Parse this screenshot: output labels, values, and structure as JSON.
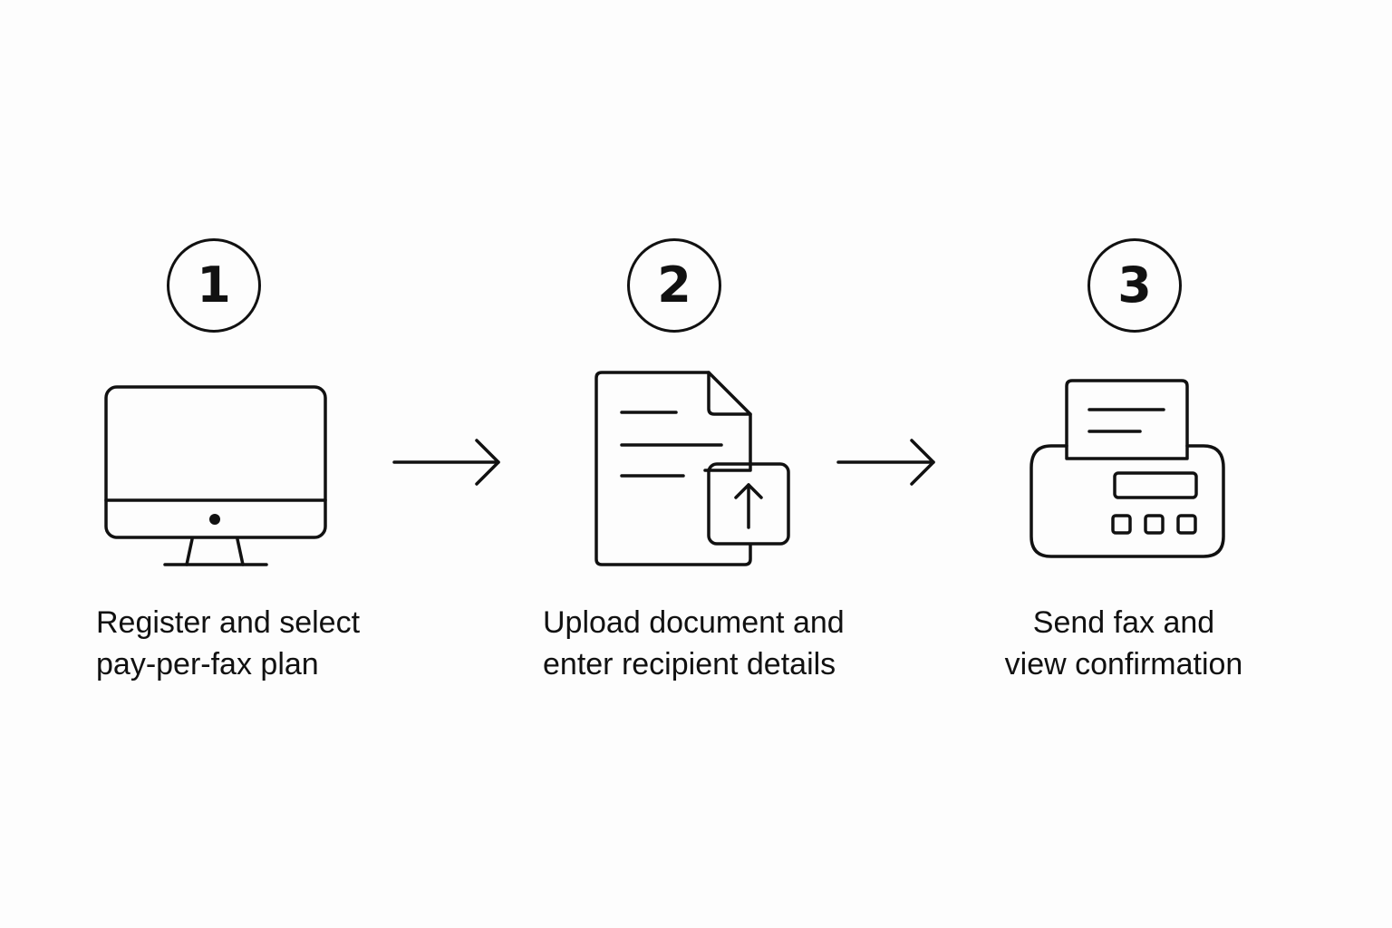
{
  "steps": [
    {
      "number": "1",
      "icon": "desktop-monitor-icon",
      "caption_line1": "Register and select",
      "caption_line2": "pay-per-fax plan"
    },
    {
      "number": "2",
      "icon": "document-upload-icon",
      "caption_line1": "Upload document and",
      "caption_line2": "enter recipient details"
    },
    {
      "number": "3",
      "icon": "fax-machine-icon",
      "caption_line1": "Send fax and",
      "caption_line2": "view confirmation"
    }
  ],
  "connectors": [
    "arrow-right-icon",
    "arrow-right-icon"
  ],
  "colors": {
    "background": "#fdfdfd",
    "stroke": "#111111"
  }
}
